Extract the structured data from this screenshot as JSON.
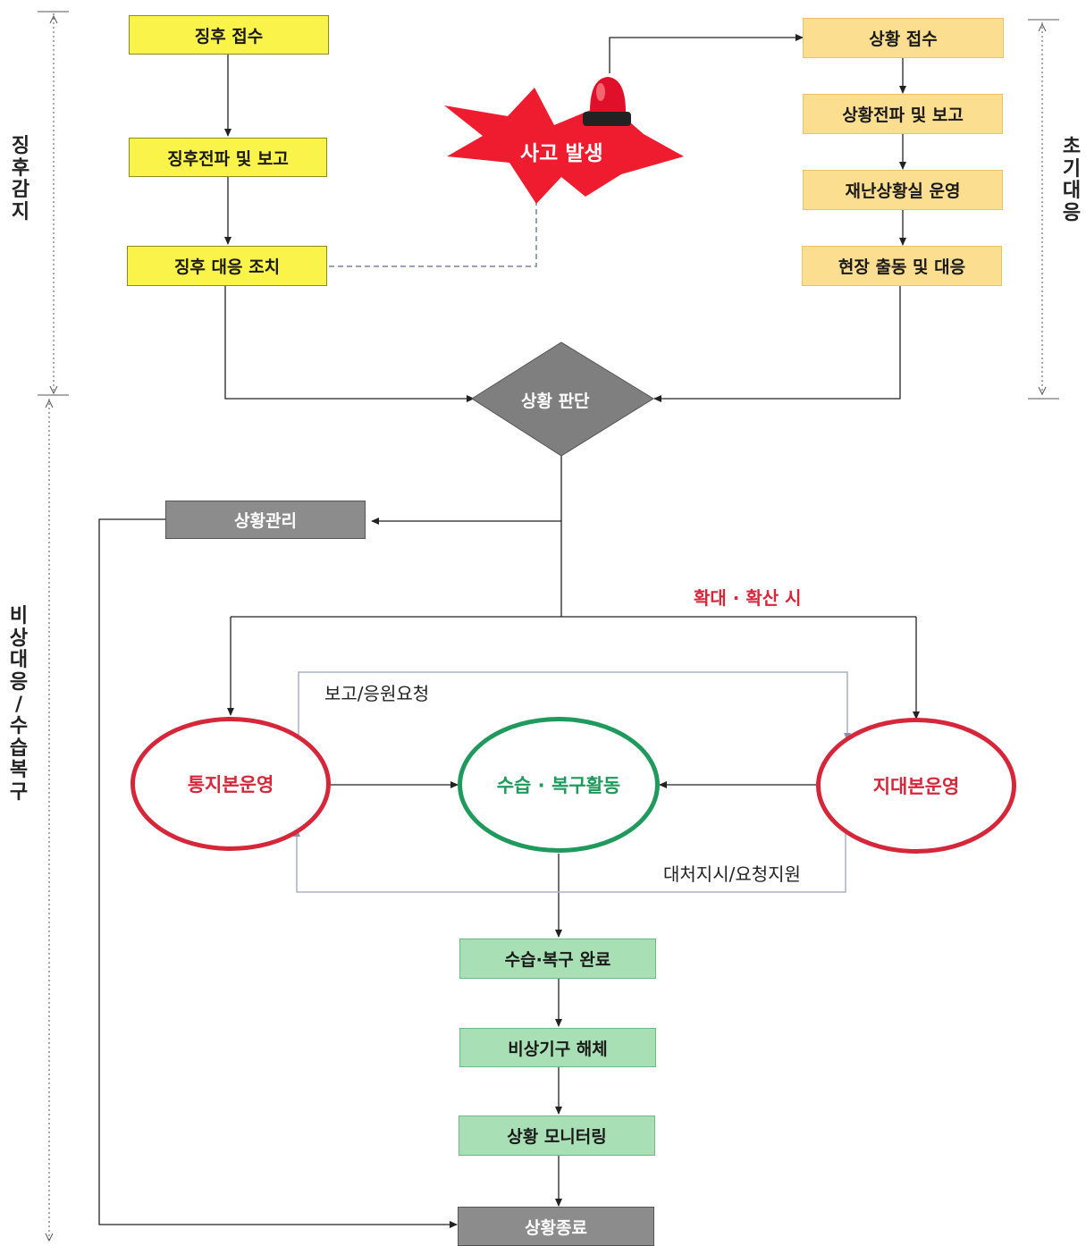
{
  "side_labels": {
    "left_top": "징후감지",
    "left_bottom": "비상대응 / 수습복구",
    "right_top": "초기대응"
  },
  "left_column": {
    "step1": "징후 접수",
    "step2": "징후전파 및 보고",
    "step3": "징후 대응 조치"
  },
  "right_column": {
    "step1": "상황 접수",
    "step2": "상황전파 및 보고",
    "step3": "재난상황실 운영",
    "step4": "현장 출동 및 대응"
  },
  "accident": "사고 발생",
  "decision": "상황 판단",
  "situation_mgmt": "상황관리",
  "expansion_label": "확대 · 확산 시",
  "report_label": "보고/응원요청",
  "response_label": "대처지시/요청지원",
  "ovals": {
    "left": "통지본운영",
    "center": "수습 · 복구활동",
    "right": "지대본운영"
  },
  "bottom_steps": {
    "step1": "수습·복구 완료",
    "step2": "비상기구 해체",
    "step3": "상황 모니터링",
    "end": "상황종료"
  },
  "colors": {
    "yellow_box": "#f9f34a",
    "orange_box": "#fbde8f",
    "green_box": "#a8dfb5",
    "gray_box": "#8c8c8c",
    "red_accent": "#d5263a",
    "green_accent": "#1f9a5c"
  }
}
